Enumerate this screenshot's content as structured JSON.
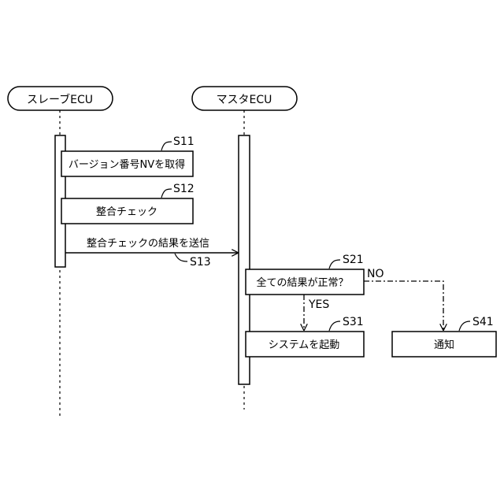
{
  "lifelines": {
    "slave": "スレーブECU",
    "master": "マスタECU"
  },
  "steps": {
    "s11": {
      "ref": "S11",
      "label": "バージョン番号NVを取得"
    },
    "s12": {
      "ref": "S12",
      "label": "整合チェック"
    },
    "s13": {
      "ref": "S13",
      "label": "整合チェックの結果を送信"
    },
    "s21": {
      "ref": "S21",
      "label": "全ての結果が正常？"
    },
    "s31": {
      "ref": "S31",
      "label": "システムを起動"
    },
    "s41": {
      "ref": "S41",
      "label": "通知"
    }
  },
  "branches": {
    "yes": "YES",
    "no": "NO"
  }
}
